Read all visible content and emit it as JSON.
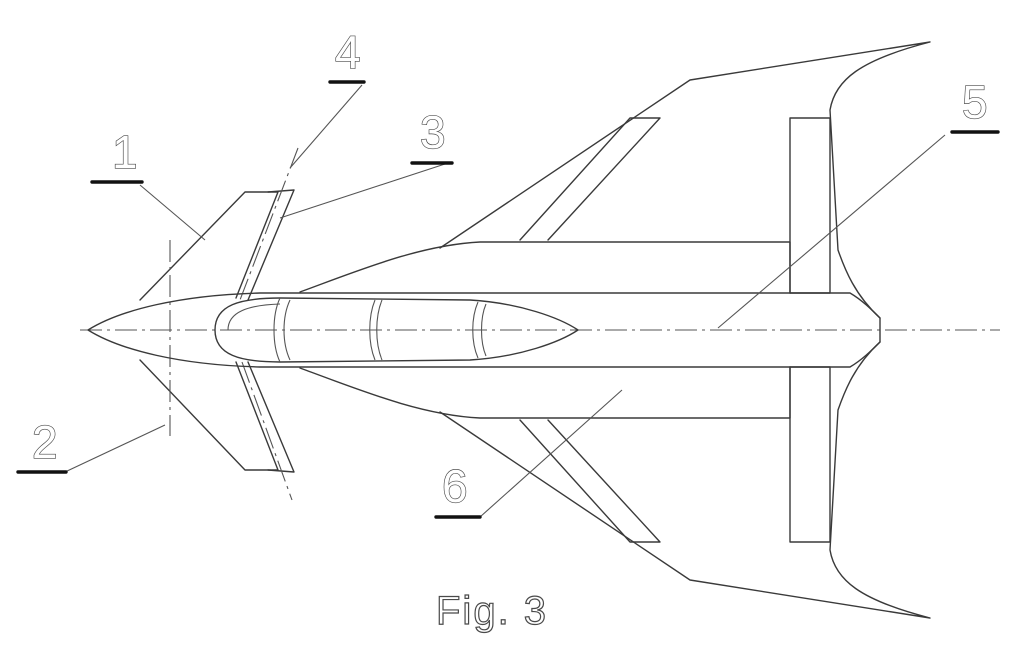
{
  "figure": {
    "caption": "Fig. 3",
    "labels": {
      "l1": "1",
      "l2": "2",
      "l3": "3",
      "l4": "4",
      "l5": "5",
      "l6": "6"
    },
    "line_color": "#3a3a3a"
  }
}
